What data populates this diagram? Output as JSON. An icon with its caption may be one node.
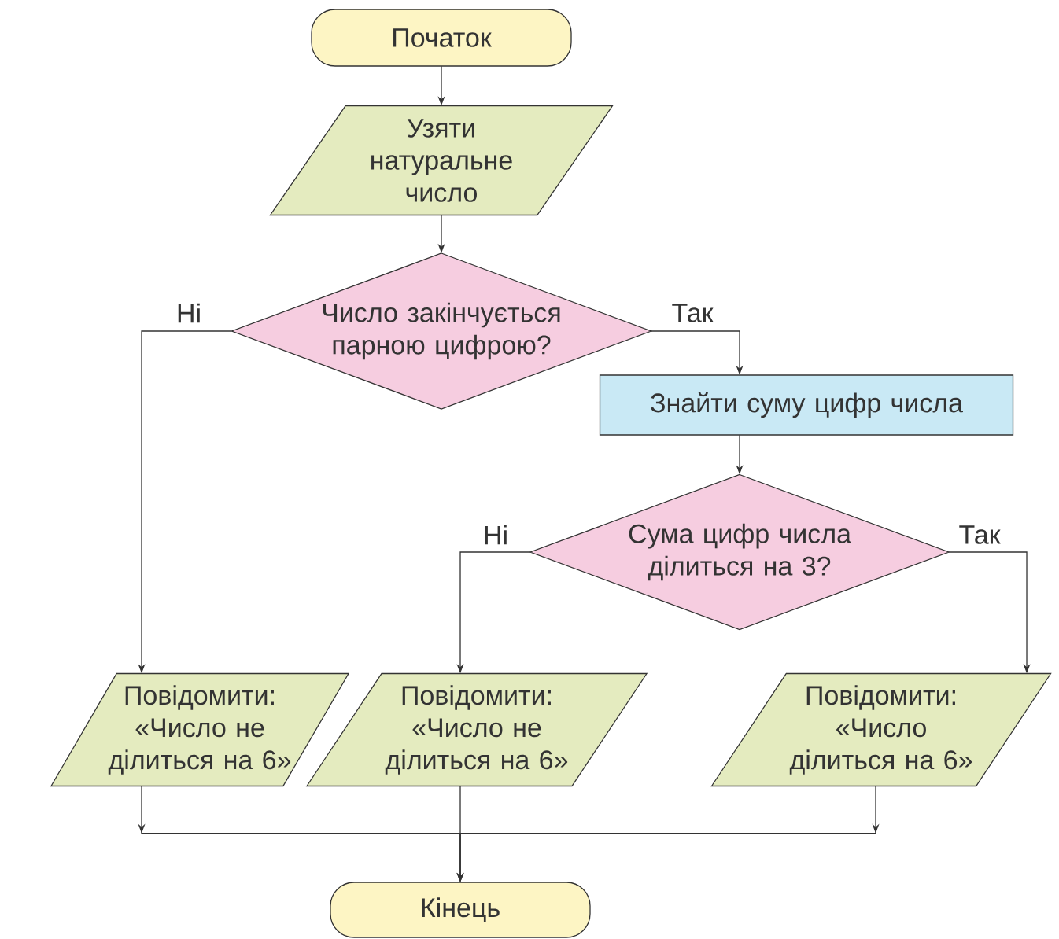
{
  "diagram": {
    "nodes": [
      {
        "text": [
          "Початок"
        ]
      },
      {
        "text": [
          "Узяти натуральне число"
        ]
      },
      {
        "text": [
          "Число закінчується парною цифрою?"
        ]
      },
      {
        "text": [
          "Знайти суму цифр числа"
        ]
      },
      {
        "text": [
          "Сума цифр числа ділиться на 3?"
        ]
      },
      {
        "text": [
          "Повідомити: «Число не ділиться на 6»"
        ]
      },
      {
        "text": [
          "Повідомити: «Число не ділиться на 6»"
        ]
      },
      {
        "text": [
          "Повідомити: «Число ділиться на 6»"
        ]
      },
      {
        "text": [
          "Кінець"
        ]
      }
    ],
    "edges": [
      {
        "from": 0,
        "to": 1,
        "arrow": "to"
      },
      {
        "from": 1,
        "to": 2,
        "arrow": "to"
      },
      {
        "from": 2,
        "to": 5,
        "arrow": "to",
        "label": "Ні"
      },
      {
        "from": 2,
        "to": 3,
        "arrow": "to",
        "label": "Так"
      },
      {
        "from": 3,
        "to": 4,
        "arrow": "to"
      },
      {
        "from": 4,
        "to": 6,
        "arrow": "to",
        "label": "Ні"
      },
      {
        "from": 4,
        "to": 7,
        "arrow": "to",
        "label": "Так"
      },
      {
        "from": 5,
        "to": 8,
        "arrow": "to"
      },
      {
        "from": 6,
        "to": 8,
        "arrow": "to"
      },
      {
        "from": 7,
        "to": 8,
        "arrow": "to"
      }
    ]
  }
}
